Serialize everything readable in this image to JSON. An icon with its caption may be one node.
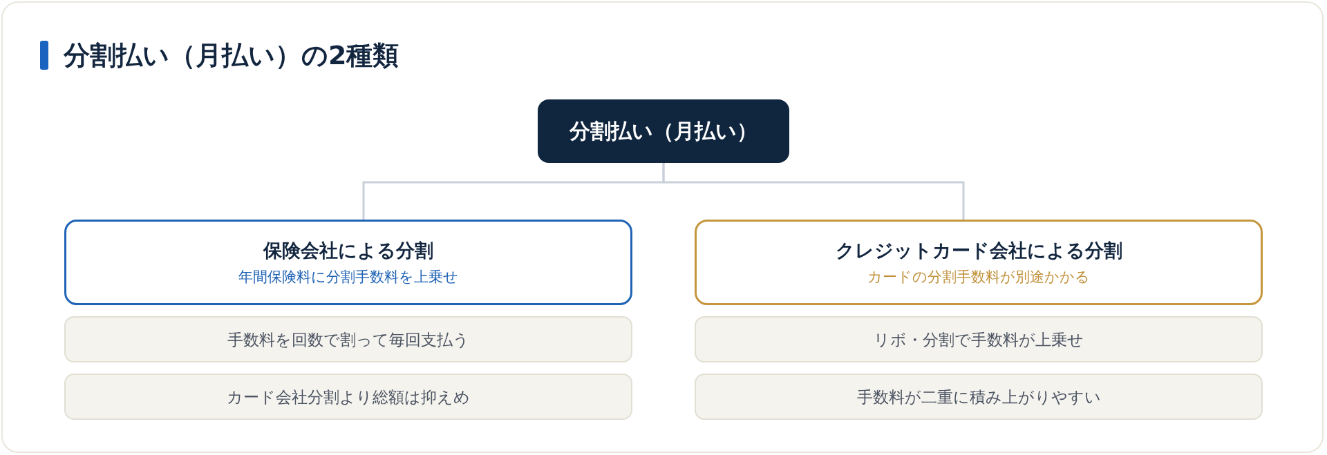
{
  "diagram": {
    "title": "分割払い（月払い）の2種類",
    "nodes": [
      {
        "text": [
          "分割払い（月払い）"
        ]
      },
      {
        "text": [
          "保険会社による分割",
          "年間保険料に分割手数料を上乗せ"
        ]
      },
      {
        "text": [
          "クレジットカード会社による分割",
          "カードの分割手数料が別途かかる"
        ]
      },
      {
        "text": [
          "手数料を回数で割って毎回支払う"
        ]
      },
      {
        "text": [
          "リボ・分割で手数料が上乗せ"
        ]
      },
      {
        "text": [
          "カード会社分割より総額は抑えめ"
        ]
      },
      {
        "text": [
          "手数料が二重に積み上がりやすい"
        ]
      }
    ],
    "edges": [
      {
        "from": 0,
        "to": 1,
        "arrow": "none"
      },
      {
        "from": 0,
        "to": 2,
        "arrow": "none"
      }
    ]
  }
}
